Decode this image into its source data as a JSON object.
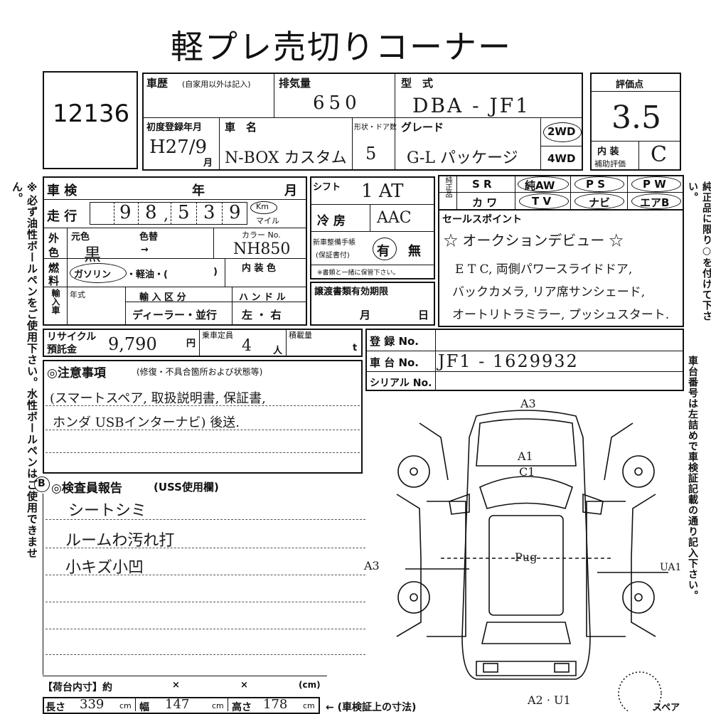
{
  "title": "軽プレ売切りコーナー",
  "stock_no": "12136",
  "history": {
    "label": "車歴",
    "note": "(自家用以外は記入)"
  },
  "displacement": {
    "label": "排気量",
    "value": "650"
  },
  "model": {
    "label": "型　式",
    "value": "DBA - JF1"
  },
  "score": {
    "label": "評価点",
    "value": "3.5"
  },
  "first_reg": {
    "label": "初度登録年月",
    "value": "H27/9",
    "unit": "月"
  },
  "car_name": {
    "label": "車　名",
    "value": "N-BOX カスタム"
  },
  "doors": {
    "label": "形状・ドア数",
    "value": "5"
  },
  "grade": {
    "label": "グレード",
    "value": "G-L パッケージ"
  },
  "drive": {
    "wd2": "2WD",
    "wd4": "4WD"
  },
  "interior_grade": {
    "label1": "内 装",
    "label2": "補助評価",
    "value": "C"
  },
  "inspection": {
    "label": "車 検",
    "year": "年",
    "month": "月"
  },
  "mileage": {
    "label": "走 行",
    "digits": [
      "9",
      "8",
      "5",
      "3",
      "9"
    ],
    "sep": ",",
    "km": "Km",
    "mile": "マイル"
  },
  "shift": {
    "label": "シフト",
    "value": "1 AT"
  },
  "ac": {
    "label": "冷 房",
    "value": "AAC"
  },
  "manual": {
    "label1": "新車整備手帳",
    "label2": "(保証書付)",
    "yes": "有",
    "no": "無",
    "note": "※書類と一緒に保管下さい。"
  },
  "color": {
    "side1": "外",
    "side2": "色",
    "orig": "元色",
    "changed": "色替",
    "value": "黒",
    "arrow": "→",
    "code_label": "カラー No.",
    "code": "NH850"
  },
  "fuel": {
    "side1": "燃",
    "side2": "料",
    "gas": "ガソリン",
    "diesel": "・軽油・(",
    "close": ")",
    "interior_color": "内 装 色"
  },
  "equipment": {
    "side": "純正品",
    "items": [
      "S R",
      "純AW",
      "P S",
      "P W",
      "カ ワ",
      "T V",
      "ナビ",
      "エアB"
    ]
  },
  "sales_point": {
    "label": "セールスポイント",
    "lines": [
      "☆ オークションデビュー ☆",
      "E T C, 両側パワースライドドア,",
      "バックカメラ, リア席サンシェード,",
      "オートリトラミラー, プッシュスタート."
    ]
  },
  "import": {
    "side": "輸入車",
    "year": "年式",
    "class": "輸 入 区 分",
    "class_val": "ディーラー・並行",
    "handle": "ハ ン ド ル",
    "handle_val": "左 ・ 右"
  },
  "transfer": {
    "label": "譲渡書類有効期限",
    "month": "月",
    "day": "日"
  },
  "recycle": {
    "label1": "リサイクル",
    "label2": "預託金",
    "value": "9,790",
    "unit": "円"
  },
  "capacity": {
    "label": "乗車定員",
    "value": "4",
    "unit": "人"
  },
  "load": {
    "label": "積載量",
    "unit": "t"
  },
  "registration": {
    "label": "登 録 No."
  },
  "chassis": {
    "label": "車 台 No.",
    "value": "JF1 - 1629932"
  },
  "serial": {
    "label": "シリアル No."
  },
  "caution": {
    "label": "◎注意事項",
    "note": "(修復・不具合箇所および状態等)",
    "lines": [
      "(スマートスペア, 取扱説明書, 保証書,",
      "ホンダ USBインターナビ) 後送."
    ]
  },
  "inspector": {
    "label": "◎検査員報告",
    "note": "(USS使用欄)",
    "mark": "B",
    "lines": [
      "シートシミ",
      "ルームわ汚れ打",
      "小キズ小凹"
    ]
  },
  "cargo": {
    "label": "【荷台内寸】約",
    "x1": "×",
    "x2": "×",
    "unit": "(cm)"
  },
  "dims": {
    "len_label": "長さ",
    "len": "339",
    "wid_label": "幅",
    "wid": "147",
    "hei_label": "高さ",
    "hei": "178",
    "unit": "cm",
    "note": "← (車検証上の寸法)"
  },
  "diagram": {
    "a3_top": "A3",
    "a1": "A1",
    "c1": "C1",
    "a3_left": "A3",
    "ua1": "UA1",
    "pug": "Pug",
    "a2": "A2 · U1",
    "spare": "スペア"
  },
  "side_left": "※必ず油性ボールペンをご使用下さい。水性ボールペンはご使用できません。",
  "side_right1": "純正品に限り○を付けて下さい。",
  "side_right2": "車台番号は左詰めで車検証記載の通り記入下さい。"
}
